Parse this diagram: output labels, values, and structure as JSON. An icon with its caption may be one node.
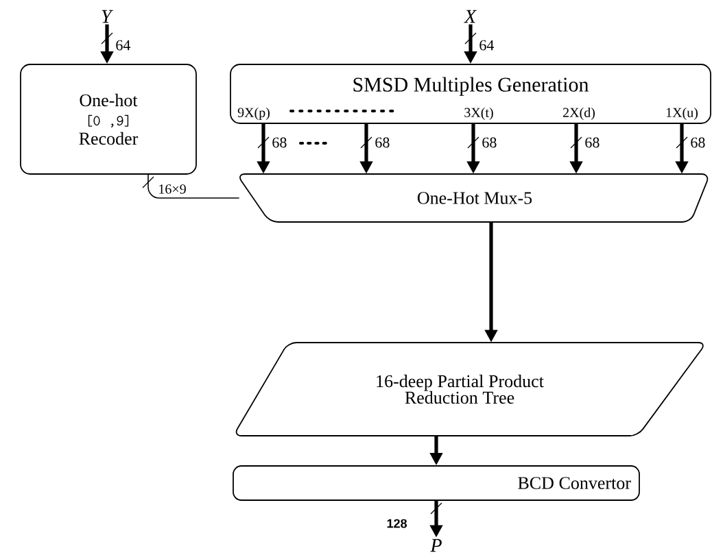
{
  "diagram": {
    "nodes": [
      {
        "text": [
          "*Y*"
        ]
      },
      {
        "text": [
          "*X*"
        ]
      },
      {
        "text": [
          "One-hot",
          "[0 ,9]",
          "Recoder"
        ]
      },
      {
        "text": [
          "SMSD Multiples Generation"
        ]
      },
      {
        "text": [
          "One-Hot Mux-5"
        ]
      },
      {
        "text": [
          "16-deep Partial Product Reduction Tree"
        ]
      },
      {
        "text": [
          "BCD Convertor"
        ]
      },
      {
        "text": [
          "*P*"
        ]
      }
    ],
    "edges": [
      {
        "from": 0,
        "to": 2,
        "arrow": "to",
        "label": "64"
      },
      {
        "from": 1,
        "to": 3,
        "arrow": "to",
        "label": "64"
      },
      {
        "from": 3,
        "to": 4,
        "arrow": "to",
        "label": "68"
      },
      {
        "from": 3,
        "to": 4,
        "arrow": "to",
        "label": "68"
      },
      {
        "from": 3,
        "to": 4,
        "arrow": "to",
        "label": "68"
      },
      {
        "from": 3,
        "to": 4,
        "arrow": "to",
        "label": "68"
      },
      {
        "from": 3,
        "to": 4,
        "arrow": "to",
        "label": "68"
      },
      {
        "from": 2,
        "to": 4,
        "arrow": "none",
        "label": "16×9"
      },
      {
        "from": 4,
        "to": 5,
        "arrow": "to"
      },
      {
        "from": 5,
        "to": 6,
        "arrow": "to"
      },
      {
        "from": 6,
        "to": 7,
        "arrow": "to",
        "label": "128"
      }
    ],
    "labels": [
      "9X(p)",
      "3X(t)",
      "2X(d)",
      "1X(u)"
    ]
  }
}
